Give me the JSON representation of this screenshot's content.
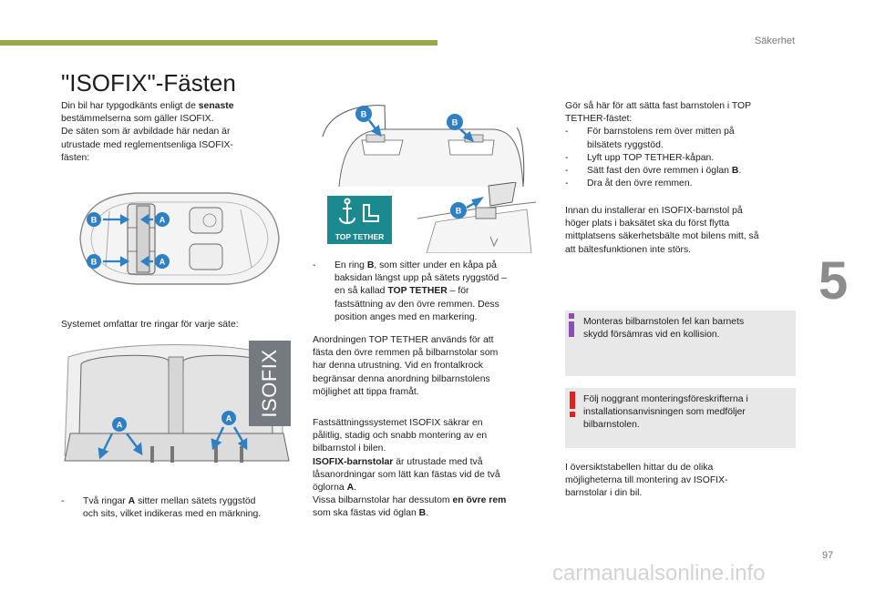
{
  "header": {
    "section": "Säkerhet"
  },
  "title": "\"ISOFIX\"-Fästen",
  "chapter": "5",
  "page_number": "97",
  "watermark": "carmanualsonline.info",
  "col1": {
    "intro_a": "Din bil har typgodkänts enligt de ",
    "intro_bold": "senaste",
    "intro_b": "bestämmelserna som gäller ISOFIX.",
    "intro_c": "De säten som är avbildade här nedan är",
    "intro_d": "utrustade med reglementsenliga ISOFIX-",
    "intro_e": "fästen:",
    "system_text": "Systemet omfattar tre ringar för varje säte:",
    "bullet_a_1a": "Två ringar ",
    "bullet_a_1bold": "A",
    "bullet_a_1b": " sitter mellan sätets ryggstöd",
    "bullet_a_2": "och sits, vilket indikeras med en märkning."
  },
  "diagram_labels": {
    "a": "A",
    "b": "B"
  },
  "isofix_tag": "ISOFIX",
  "top_tether_logo": "TOP TETHER",
  "col2": {
    "ring_1a": "En ring ",
    "ring_1bold": "B",
    "ring_1b": ", som sitter under en kåpa på",
    "ring_2": "baksidan längst upp på sätets ryggstöd –",
    "ring_3": "en så kallad ",
    "ring_3bold": "TOP TETHER",
    "ring_3b": " – för",
    "ring_4": "fastsättning av den övre remmen. Dess",
    "ring_5": "position anges med en markering.",
    "p2_1": "Anordningen TOP TETHER används för att",
    "p2_2": "fästa den övre remmen på bilbarnstolar som",
    "p2_3": "har denna utrustning. Vid en frontalkrock",
    "p2_4": "begränsar denna anordning bilbarnstolens",
    "p2_5": "möjlighet att tippa framåt.",
    "p3_1": "Fastsättningssystemet ISOFIX säkrar en",
    "p3_2": "pålitlig, stadig och snabb montering av en",
    "p3_3": "bilbarnstol i bilen.",
    "p3_4bold": "ISOFIX-barnstolar",
    "p3_4": " är utrustade med två",
    "p3_5": "låsanordningar som lätt kan fästas vid de två",
    "p3_6a": "öglorna ",
    "p3_6bold": "A",
    "p3_6b": ".",
    "p3_7": "Vissa bilbarnstolar har dessutom ",
    "p3_7bold": "en övre rem",
    "p3_8a": "som ska fästas vid öglan ",
    "p3_8bold": "B",
    "p3_8b": "."
  },
  "col3": {
    "l1": "Gör så här för att sätta fast barnstolen i TOP",
    "l2": "TETHER-fästet:",
    "s1a": "För barnstolens rem över mitten på",
    "s1b": "bilsätets ryggstöd.",
    "s2": "Lyft upp TOP TETHER-kåpan.",
    "s3a": "Sätt fast den övre remmen i öglan ",
    "s3bold": "B",
    "s3b": ".",
    "s4": "Dra åt den övre remmen.",
    "p2_1": "Innan du installerar en ISOFIX-barnstol på",
    "p2_2": "höger plats i baksätet ska du först flytta",
    "p2_3": "mittplatsens säkerhetsbälte mot bilens mitt, så",
    "p2_4": "att bältesfunktionen inte störs.",
    "info_1": "Monteras bilbarnstolen fel kan barnets",
    "info_2": "skydd försämras vid en kollision.",
    "warn_1": "Följ noggrant monteringsföreskrifterna i",
    "warn_2": "installationsanvisningen som medföljer",
    "warn_3": "bilbarnstolen.",
    "p3_1": "I översiktstabellen hittar du de olika",
    "p3_2": "möjligheterna till montering av ISOFIX-",
    "p3_3": "barnstolar i din bil."
  },
  "colors": {
    "accent_green": "#96a84a",
    "badge_blue": "#2f7fc4",
    "info_purple": "#8a4fb0",
    "warn_red": "#e3201b",
    "logo_teal": "#1a8a8e"
  }
}
